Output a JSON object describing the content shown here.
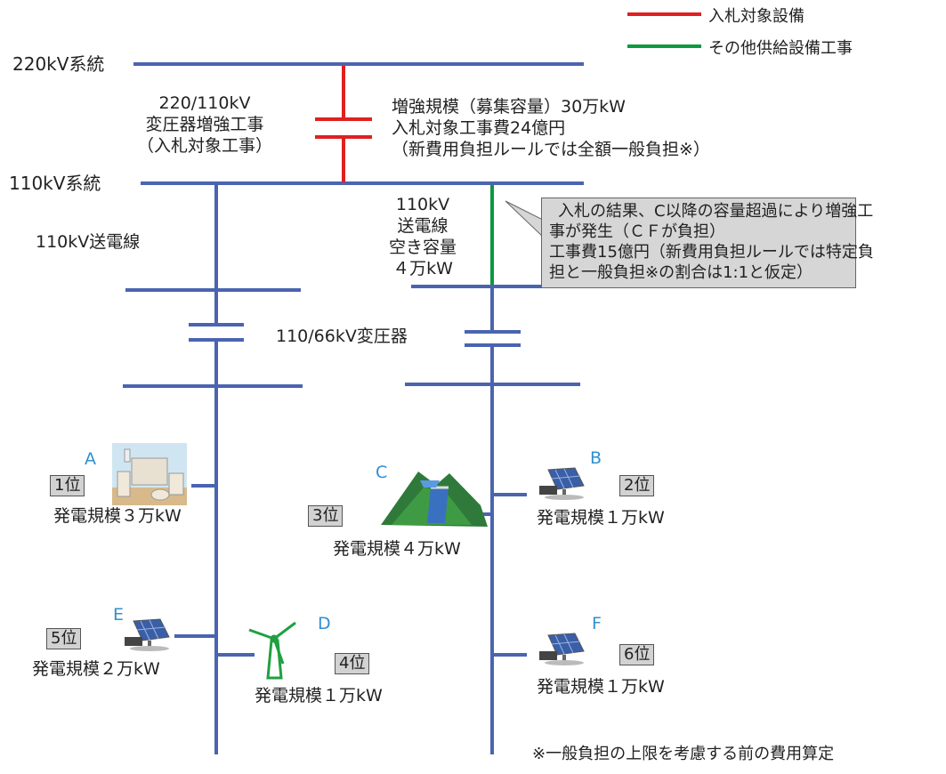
{
  "legend": {
    "bidding_label": "入札対象設備",
    "other_label": "その他供給設備工事",
    "colors": {
      "bidding": "#e02020",
      "other": "#0a9a40",
      "grid": "#4a64b0",
      "generator_letter": "#2f8fd0"
    }
  },
  "system_220kv": "220kV系統",
  "system_110kv": "110kV系統",
  "transformer_upgrade": {
    "line1": "220/110kV",
    "line2": "変圧器増強工事",
    "line3": "（入札対象工事）"
  },
  "upgrade_info": {
    "line1": "増強規模（募集容量）30万kW",
    "line2": "入札対象工事費24億円",
    "line3": "（新費用負担ルールでは全額一般負担※）"
  },
  "line_110kv_label": "110kV送電線",
  "capacity": {
    "line1": "110kV",
    "line2": "送電線",
    "line3": "空き容量",
    "line4": "４万kW"
  },
  "callout": {
    "line1": "入札の結果、C以降の容量超過により増強工",
    "line2": "事が発生（ＣＦが負担）",
    "line3": "工事費15億円（新費用負担ルールでは特定負",
    "line4": "担と一般負担※の割合は1:1と仮定）"
  },
  "transformer_66kv": "110/66kV変圧器",
  "generators": {
    "A": {
      "letter": "A",
      "rank": "1位",
      "scale": "発電規模３万kW",
      "icon": "factory-icon"
    },
    "B": {
      "letter": "B",
      "rank": "2位",
      "scale": "発電規模１万kW",
      "icon": "solar-panel-icon"
    },
    "C": {
      "letter": "C",
      "rank": "3位",
      "scale": "発電規模４万kW",
      "icon": "hydro-dam-icon"
    },
    "D": {
      "letter": "D",
      "rank": "4位",
      "scale": "発電規模１万kW",
      "icon": "wind-turbine-icon"
    },
    "E": {
      "letter": "E",
      "rank": "5位",
      "scale": "発電規模２万kW",
      "icon": "solar-panel-icon"
    },
    "F": {
      "letter": "F",
      "rank": "6位",
      "scale": "発電規模１万kW",
      "icon": "solar-panel-icon"
    }
  },
  "footnote": "※一般負担の上限を考慮する前の費用算定"
}
